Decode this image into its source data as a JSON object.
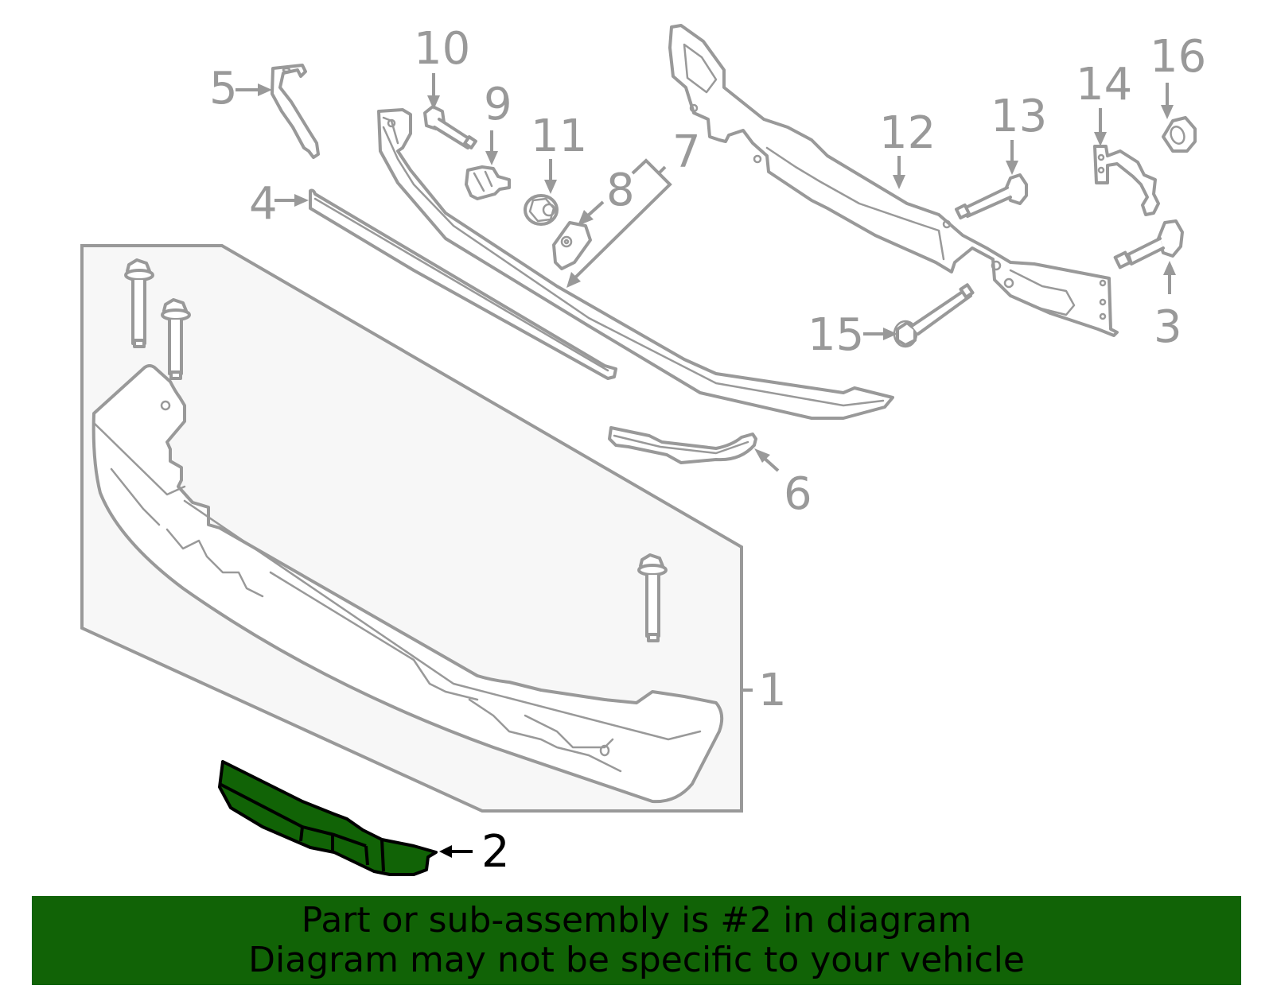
{
  "diagram": {
    "highlight_color": "#116306",
    "line_color": "#999999",
    "assembly_fill": "#f7f7f7",
    "callouts": [
      {
        "id": "1",
        "label": "1",
        "part": "bumper-assembly"
      },
      {
        "id": "2",
        "label": "2",
        "part": "skid-plate",
        "highlighted": true
      },
      {
        "id": "3",
        "label": "3",
        "part": "bolt"
      },
      {
        "id": "4",
        "label": "4",
        "part": "upper-trim-strip"
      },
      {
        "id": "5",
        "label": "5",
        "part": "bracket"
      },
      {
        "id": "6",
        "label": "6",
        "part": "lower-trim-strip"
      },
      {
        "id": "7",
        "label": "7",
        "part": "air-deflector-assembly"
      },
      {
        "id": "8",
        "label": "8",
        "part": "retainer-clip"
      },
      {
        "id": "9",
        "label": "9",
        "part": "clip"
      },
      {
        "id": "10",
        "label": "10",
        "part": "bolt"
      },
      {
        "id": "11",
        "label": "11",
        "part": "nut"
      },
      {
        "id": "12",
        "label": "12",
        "part": "reinforcement-bar"
      },
      {
        "id": "13",
        "label": "13",
        "part": "bolt"
      },
      {
        "id": "14",
        "label": "14",
        "part": "bracket"
      },
      {
        "id": "15",
        "label": "15",
        "part": "bolt"
      },
      {
        "id": "16",
        "label": "16",
        "part": "nut"
      }
    ]
  },
  "banner": {
    "line1": "Part or sub-assembly is #2 in diagram",
    "line2": "Diagram may not be specific to your vehicle",
    "background": "#116306"
  }
}
